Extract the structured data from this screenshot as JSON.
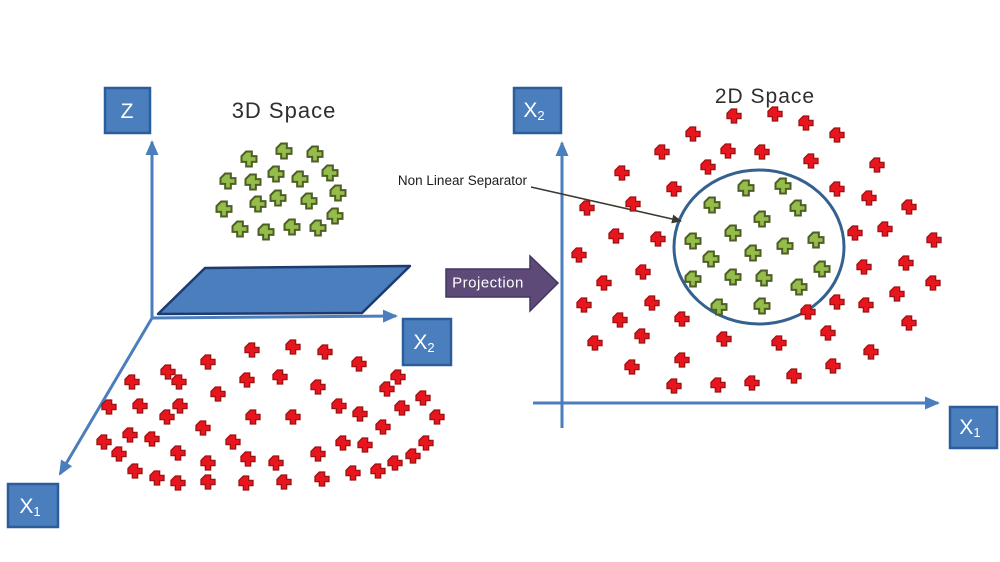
{
  "colors": {
    "axis": "#4a7ebc",
    "box_fill": "#4a7ebc",
    "box_border": "#2b5d9b",
    "box_text": "#ffffff",
    "plane_fill": "#4a7ebc",
    "plane_border": "#1f3a6e",
    "red_fill": "#e8141e",
    "red_border": "#9b1313",
    "green_fill": "#94bd4a",
    "green_border": "#4d5e26",
    "circle_stroke": "#35618f",
    "projection_fill": "#5d4a79",
    "projection_border": "#443463",
    "annotation": "#3c3a2e",
    "title_text": "#2e2e2e"
  },
  "markers": {
    "red_size": 14,
    "green_size": 15
  },
  "left_panel": {
    "title": "3D Space",
    "axes": {
      "vertical_label": {
        "base": "Z",
        "sub": ""
      },
      "horizontal_label": {
        "base": "X",
        "sub": "2"
      },
      "depth_label": {
        "base": "X",
        "sub": "1"
      }
    },
    "green_points": [
      [
        284,
        151
      ],
      [
        249,
        159
      ],
      [
        315,
        154
      ],
      [
        228,
        181
      ],
      [
        253,
        182
      ],
      [
        276,
        174
      ],
      [
        300,
        179
      ],
      [
        330,
        173
      ],
      [
        278,
        198
      ],
      [
        338,
        193
      ],
      [
        224,
        209
      ],
      [
        258,
        204
      ],
      [
        309,
        201
      ],
      [
        335,
        216
      ],
      [
        240,
        229
      ],
      [
        266,
        232
      ],
      [
        292,
        227
      ],
      [
        318,
        228
      ]
    ],
    "red_points": [
      [
        252,
        350
      ],
      [
        293,
        347
      ],
      [
        325,
        352
      ],
      [
        208,
        362
      ],
      [
        359,
        364
      ],
      [
        168,
        372
      ],
      [
        398,
        377
      ],
      [
        179,
        382
      ],
      [
        247,
        380
      ],
      [
        280,
        377
      ],
      [
        132,
        382
      ],
      [
        218,
        394
      ],
      [
        318,
        387
      ],
      [
        387,
        389
      ],
      [
        423,
        398
      ],
      [
        109,
        407
      ],
      [
        140,
        406
      ],
      [
        180,
        406
      ],
      [
        339,
        406
      ],
      [
        360,
        414
      ],
      [
        402,
        408
      ],
      [
        167,
        417
      ],
      [
        253,
        417
      ],
      [
        293,
        417
      ],
      [
        437,
        417
      ],
      [
        203,
        428
      ],
      [
        383,
        427
      ],
      [
        130,
        435
      ],
      [
        152,
        439
      ],
      [
        343,
        443
      ],
      [
        104,
        442
      ],
      [
        233,
        442
      ],
      [
        365,
        445
      ],
      [
        426,
        443
      ],
      [
        119,
        454
      ],
      [
        178,
        453
      ],
      [
        318,
        454
      ],
      [
        413,
        456
      ],
      [
        135,
        471
      ],
      [
        208,
        463
      ],
      [
        248,
        459
      ],
      [
        276,
        463
      ],
      [
        395,
        463
      ],
      [
        157,
        478
      ],
      [
        353,
        473
      ],
      [
        378,
        471
      ],
      [
        178,
        483
      ],
      [
        208,
        482
      ],
      [
        246,
        483
      ],
      [
        284,
        482
      ],
      [
        322,
        479
      ]
    ]
  },
  "projection": {
    "label": "Projection"
  },
  "right_panel": {
    "title": "2D Space",
    "annotation_label": "Non Linear Separator",
    "axes": {
      "vertical_label": {
        "base": "X",
        "sub": "2"
      },
      "horizontal_label": {
        "base": "X",
        "sub": "1"
      }
    },
    "green_points": [
      [
        746,
        188
      ],
      [
        783,
        186
      ],
      [
        712,
        205
      ],
      [
        798,
        208
      ],
      [
        762,
        219
      ],
      [
        733,
        233
      ],
      [
        693,
        241
      ],
      [
        816,
        240
      ],
      [
        785,
        246
      ],
      [
        753,
        253
      ],
      [
        711,
        259
      ],
      [
        822,
        269
      ],
      [
        733,
        277
      ],
      [
        764,
        278
      ],
      [
        693,
        279
      ],
      [
        799,
        287
      ],
      [
        719,
        307
      ],
      [
        762,
        306
      ]
    ],
    "red_points": [
      [
        734,
        116
      ],
      [
        775,
        114
      ],
      [
        806,
        123
      ],
      [
        693,
        134
      ],
      [
        837,
        135
      ],
      [
        662,
        152
      ],
      [
        728,
        151
      ],
      [
        762,
        152
      ],
      [
        708,
        167
      ],
      [
        811,
        161
      ],
      [
        877,
        165
      ],
      [
        622,
        173
      ],
      [
        674,
        189
      ],
      [
        837,
        189
      ],
      [
        869,
        198
      ],
      [
        587,
        208
      ],
      [
        633,
        204
      ],
      [
        909,
        207
      ],
      [
        616,
        236
      ],
      [
        658,
        239
      ],
      [
        855,
        233
      ],
      [
        885,
        229
      ],
      [
        934,
        240
      ],
      [
        579,
        255
      ],
      [
        643,
        272
      ],
      [
        604,
        283
      ],
      [
        864,
        267
      ],
      [
        906,
        263
      ],
      [
        584,
        305
      ],
      [
        652,
        303
      ],
      [
        933,
        283
      ],
      [
        897,
        294
      ],
      [
        620,
        320
      ],
      [
        682,
        319
      ],
      [
        837,
        302
      ],
      [
        866,
        305
      ],
      [
        808,
        312
      ],
      [
        909,
        323
      ],
      [
        642,
        336
      ],
      [
        595,
        343
      ],
      [
        828,
        333
      ],
      [
        724,
        339
      ],
      [
        779,
        343
      ],
      [
        871,
        352
      ],
      [
        632,
        367
      ],
      [
        682,
        360
      ],
      [
        833,
        366
      ],
      [
        674,
        386
      ],
      [
        718,
        385
      ],
      [
        752,
        383
      ],
      [
        794,
        376
      ]
    ]
  }
}
